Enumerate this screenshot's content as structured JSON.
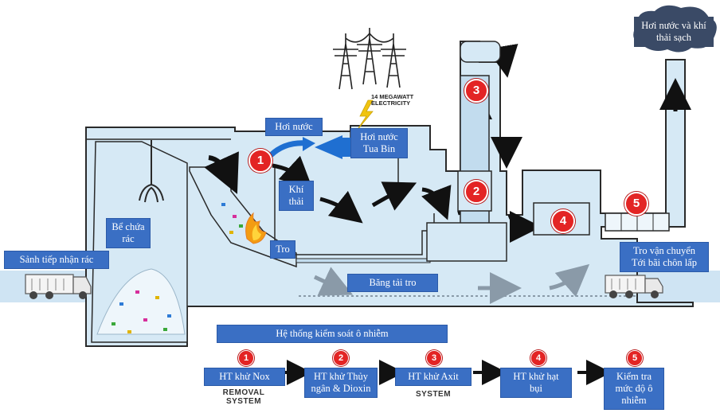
{
  "labels": {
    "reception": "Sảnh tiếp nhận rác",
    "storage": "Bể chứa rác",
    "steam": "Hơi nước",
    "turbine": "Hơi nước Tua Bin",
    "flue_gas": "Khí thải",
    "ash": "Tro",
    "ash_conveyor": "Băng tải tro",
    "clean_exhaust": "Hơi nước và khí thải sạch",
    "ash_transport": "Tro vận chuyển Tới bãi chôn lấp",
    "pollution_control": "Hệ thống kiểm soát ô nhiễm"
  },
  "electricity": {
    "line1": "14 MEGAWATT",
    "line2": "ELECTRICITY"
  },
  "process_numbers": [
    "1",
    "2",
    "3",
    "4",
    "5"
  ],
  "steps": [
    {
      "number": "1",
      "label": "HT khử Nox"
    },
    {
      "number": "2",
      "label": "HT khử Thủy ngân & Dioxin"
    },
    {
      "number": "3",
      "label": "HT khử Axit"
    },
    {
      "number": "4",
      "label": "HT khử hạt bụi"
    },
    {
      "number": "5",
      "label": "Kiểm tra mức độ ô nhiễm"
    }
  ],
  "background_text": {
    "removal": "REMOVAL",
    "system": "SYSTEM",
    "system2": "SYSTEM"
  },
  "colors": {
    "plant_fill": "#d6e9f5",
    "plant_stroke": "#2a2a2a",
    "label_bg": "#3a6fc4",
    "marker": "#e32424",
    "steam_arrow": "#1f6fd1"
  }
}
